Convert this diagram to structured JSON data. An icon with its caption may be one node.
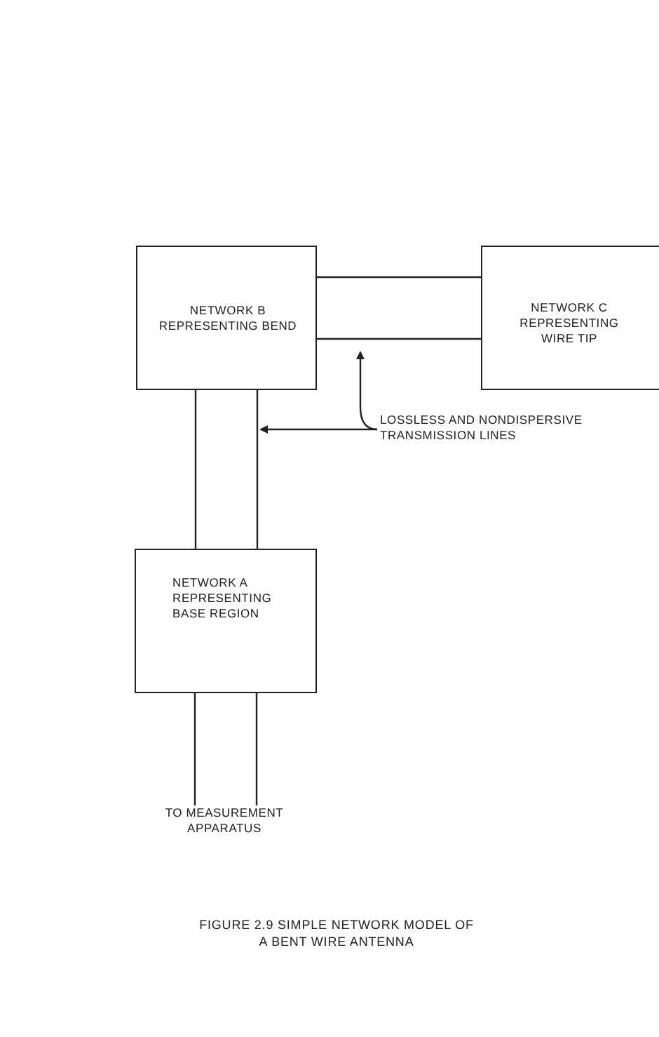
{
  "diagram": {
    "caption": "FIGURE 2.9 SIMPLE NETWORK MODEL OF A BENT WIRE ANTENNA",
    "nodes": [
      {
        "text": [
          "NETWORK B REPRESENTING BEND"
        ]
      },
      {
        "text": [
          "NETWORK C REPRESENTING WIRE TIP"
        ]
      },
      {
        "text": [
          "NETWORK A REPRESENTING BASE REGION"
        ]
      },
      {
        "text": [
          "TO MEASUREMENT APPARATUS"
        ]
      },
      {
        "text": [
          "LOSSLESS AND NONDISPERSIVE TRANSMISSION LINES"
        ]
      }
    ],
    "edges": [
      {
        "from": 0,
        "to": 1,
        "arrow": "none"
      },
      {
        "from": 0,
        "to": 2,
        "arrow": "none"
      },
      {
        "from": 2,
        "to": 3,
        "arrow": "none"
      },
      {
        "from": 4,
        "to": null,
        "arrow": "to"
      },
      {
        "from": 4,
        "to": null,
        "arrow": "to"
      }
    ]
  }
}
